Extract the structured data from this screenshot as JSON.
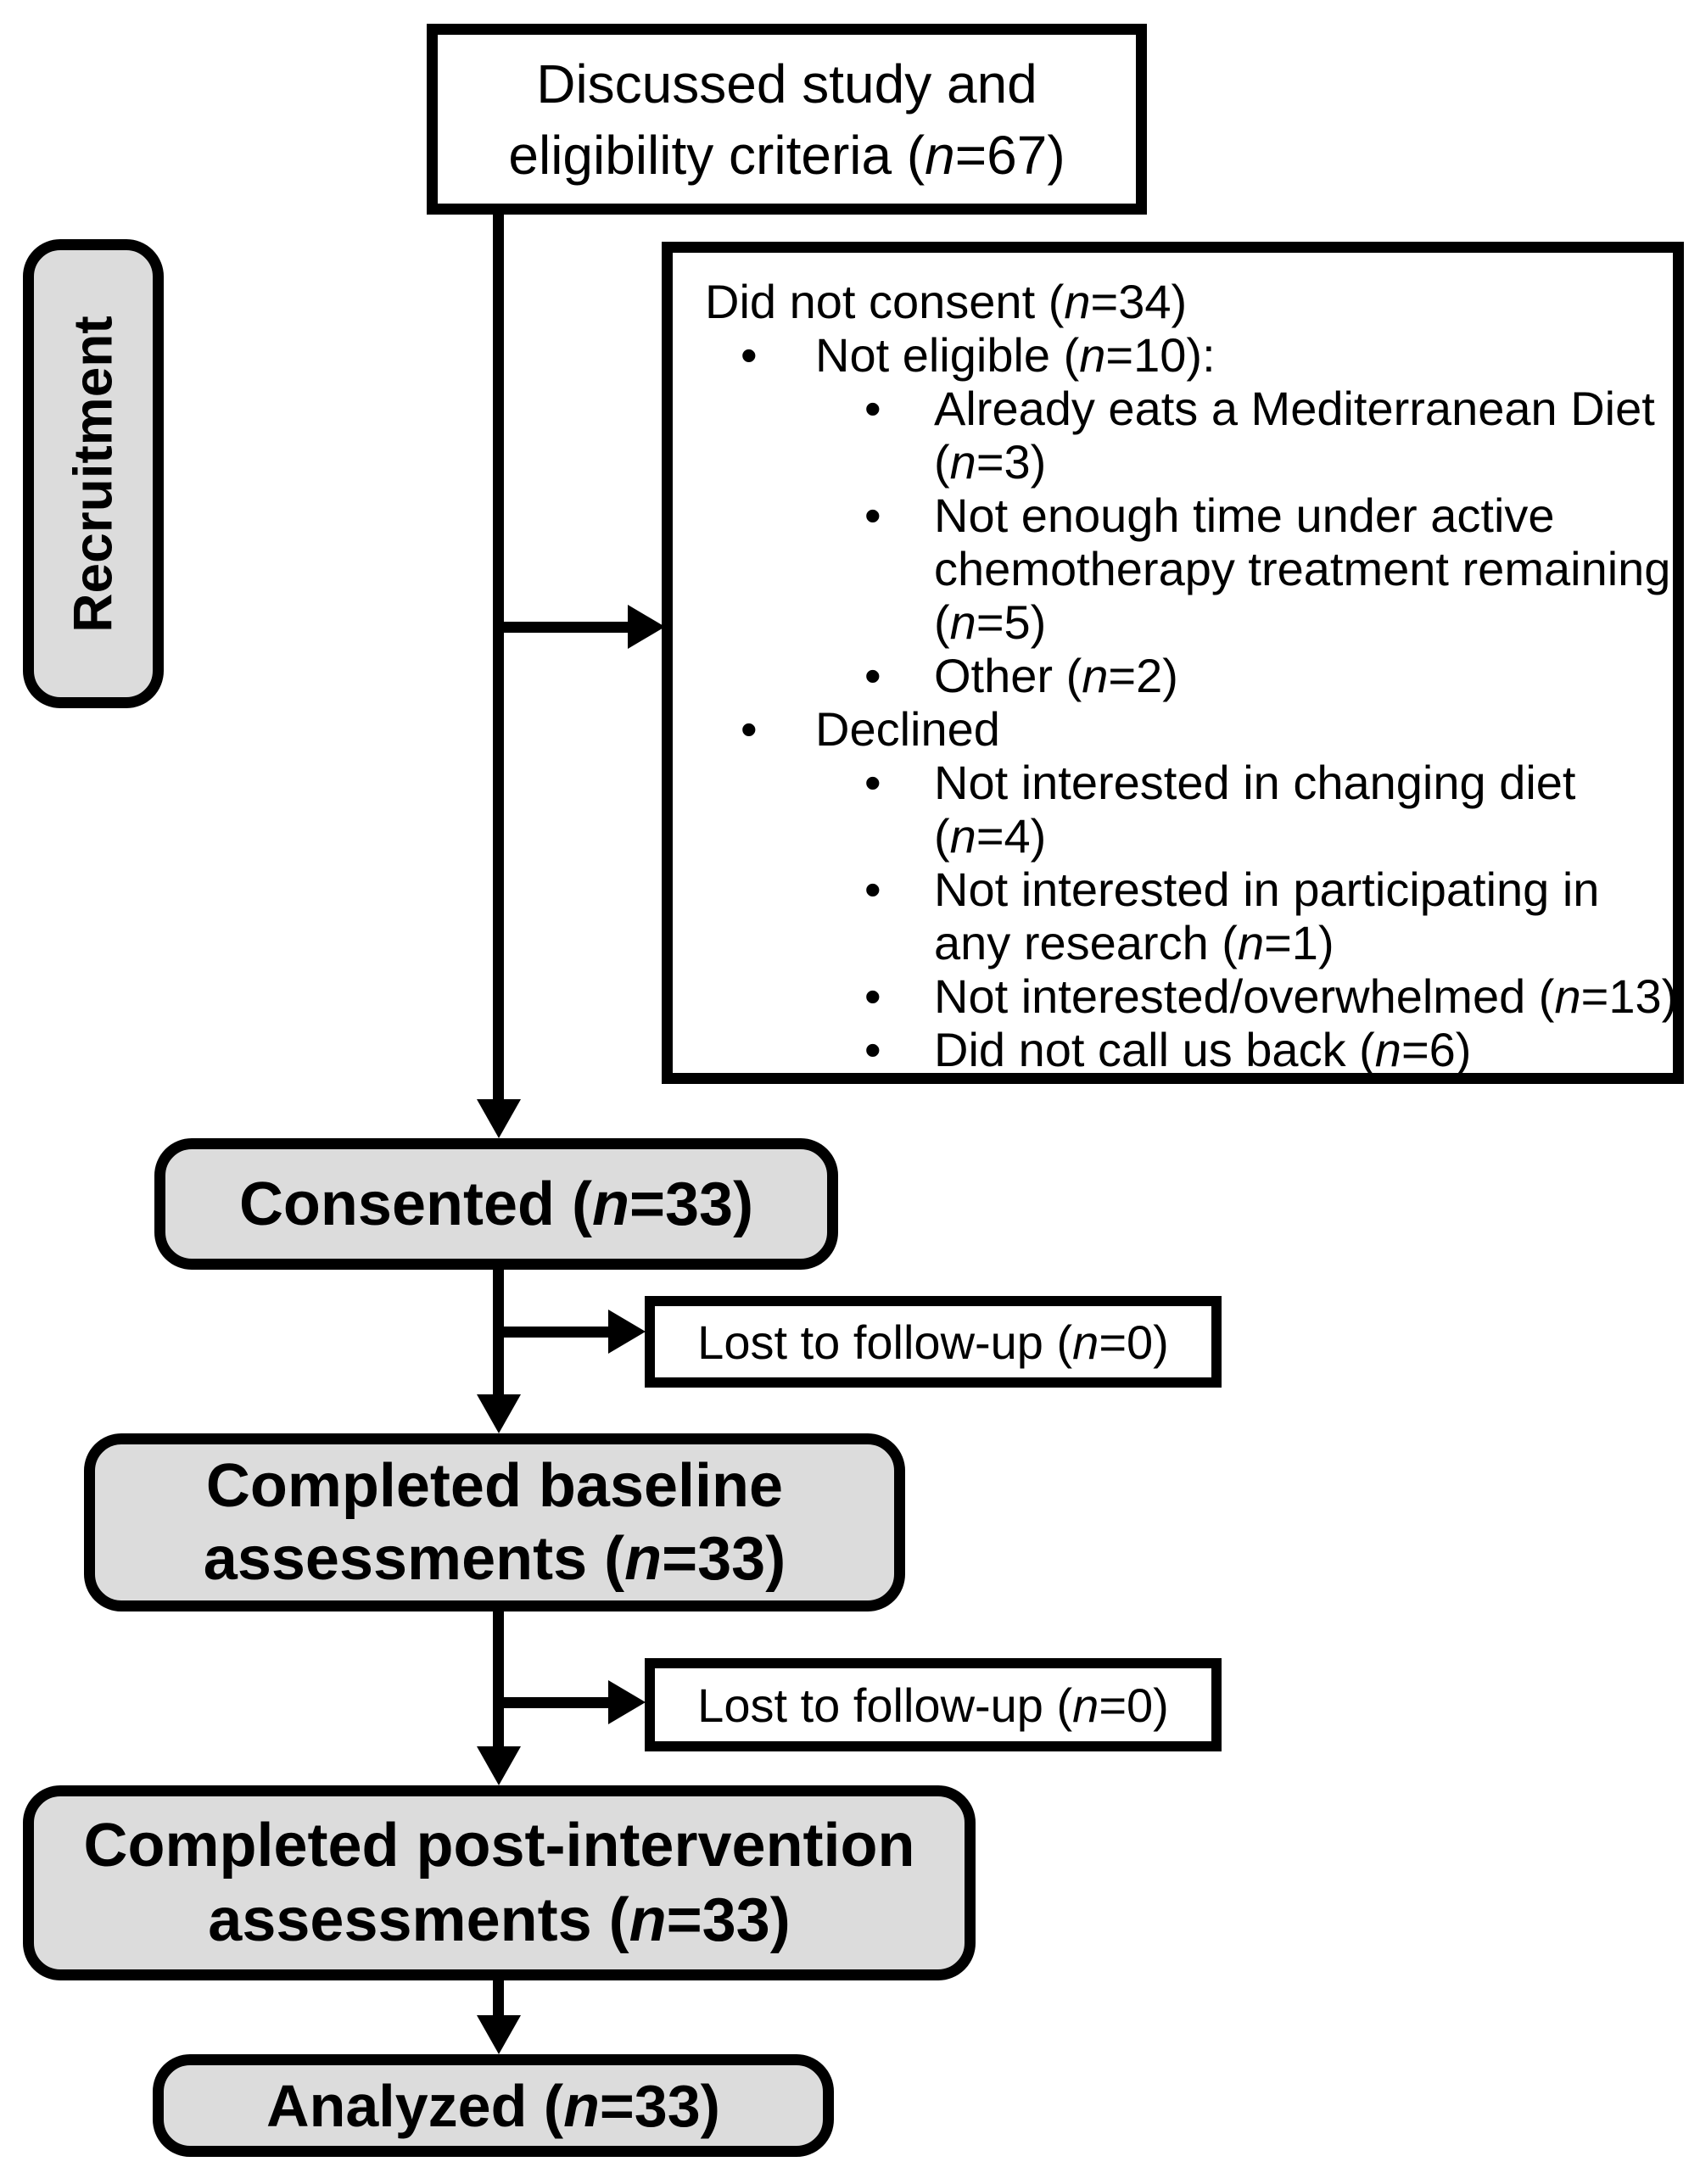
{
  "colors": {
    "box_fill": "#dcdcdc",
    "outline": "#000000",
    "page_bg": "#ffffff"
  },
  "diagram": {
    "stage_label": "Recruitment",
    "top_box": {
      "line1": {
        "a": "Discussed study and",
        "b": "",
        "c": ""
      },
      "line2": {
        "a": "eligibility criteria (",
        "b": "n",
        "c": "=67)"
      }
    },
    "exclusion_box": {
      "lines": [
        {
          "a": "Did not consent (",
          "b": "n",
          "c": "=34)"
        },
        {
          "a": "Not eligible (",
          "b": "n",
          "c": "=10):"
        },
        {
          "a": "Already eats a Mediterranean Diet",
          "b": "",
          "c": ""
        },
        {
          "a": "(",
          "b": "n",
          "c": "=3)"
        },
        {
          "a": "Not enough time under active",
          "b": "",
          "c": ""
        },
        {
          "a": "chemotherapy treatment remaining",
          "b": "",
          "c": ""
        },
        {
          "a": "(",
          "b": "n",
          "c": "=5)"
        },
        {
          "a": "Other (",
          "b": "n",
          "c": "=2)"
        },
        {
          "a": "Declined",
          "b": "",
          "c": ""
        },
        {
          "a": "Not interested in changing diet",
          "b": "",
          "c": ""
        },
        {
          "a": "(",
          "b": "n",
          "c": "=4)"
        },
        {
          "a": "Not interested in participating in",
          "b": "",
          "c": ""
        },
        {
          "a": "any research (",
          "b": "n",
          "c": "=1)"
        },
        {
          "a": "Not interested/overwhelmed (",
          "b": "n",
          "c": "=13)"
        },
        {
          "a": "Did not call us back (",
          "b": "n",
          "c": "=6)"
        }
      ]
    },
    "consented_box": {
      "a": "Consented (",
      "b": "n",
      "c": "=33)"
    },
    "lost_box_1": {
      "a": "Lost to follow-up (",
      "b": "n",
      "c": "=0)"
    },
    "baseline_box": {
      "line1": {
        "a": "Completed baseline",
        "b": "",
        "c": ""
      },
      "line2": {
        "a": "assessments (",
        "b": "n",
        "c": "=33)"
      }
    },
    "lost_box_2": {
      "a": "Lost to follow-up (",
      "b": "n",
      "c": "=0)"
    },
    "post_box": {
      "line1": {
        "a": "Completed post-intervention",
        "b": "",
        "c": ""
      },
      "line2": {
        "a": "assessments (",
        "b": "n",
        "c": "=33)"
      }
    },
    "analyzed_box": {
      "a": "Analyzed (",
      "b": "n",
      "c": "=33)"
    }
  }
}
